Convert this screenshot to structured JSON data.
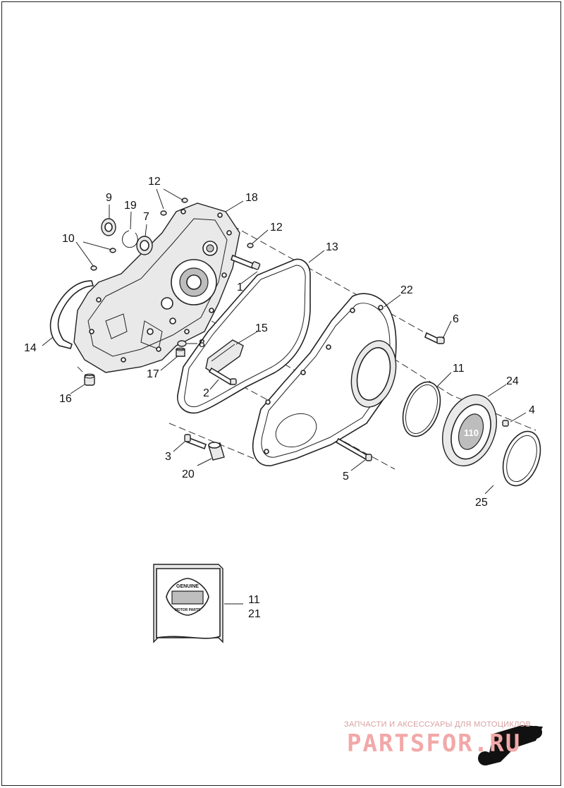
{
  "callouts": [
    "1",
    "2",
    "3",
    "4",
    "5",
    "6",
    "7",
    "8",
    "9",
    "10",
    "11",
    "12",
    "12",
    "13",
    "14",
    "15",
    "16",
    "17",
    "18",
    "19",
    "20",
    "21",
    "22",
    "24",
    "25",
    "11"
  ],
  "kit": {
    "logo_top": "GENUINE",
    "logo_bottom": "MOTOR PARTS",
    "callout_a": "11",
    "callout_b": "21"
  },
  "watermark": {
    "text": "ЗАПЧАСТИ И АКСЕССУАРЫ ДЛЯ МОТОЦИКЛОВ",
    "logo": "PARTSFOR.RU"
  },
  "cover_badge": "110",
  "colors": {
    "line": "#222222",
    "watermark": "#f2a8a8"
  }
}
